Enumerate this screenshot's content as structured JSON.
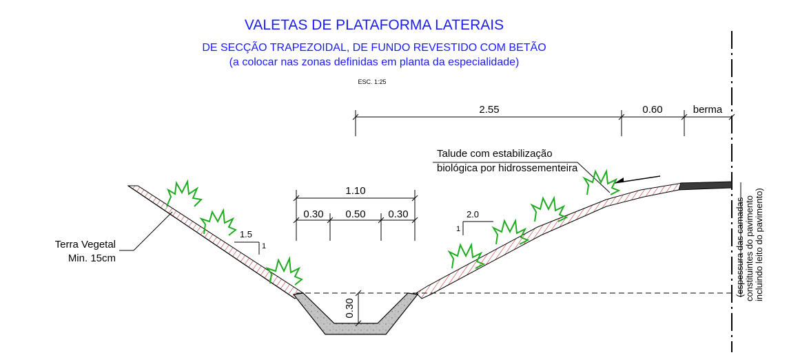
{
  "title": {
    "main": "VALETAS DE PLATAFORMA LATERAIS",
    "sub": "DE SECÇÃO TRAPEZOIDAL, DE FUNDO REVESTIDO COM BETÃO",
    "note": "(a colocar nas zonas definidas em planta da especialidade)",
    "scale": "ESC. 1:25"
  },
  "dimensions": {
    "top_2_55": "2.55",
    "top_0_60": "0.60",
    "berma": "berma",
    "width_1_10": "1.10",
    "width_0_30_left": "0.30",
    "width_0_50": "0.50",
    "width_0_30_right": "0.30",
    "depth_0_30": "0.30"
  },
  "slopes": {
    "left_h": "1.5",
    "left_v": "1",
    "right_h": "2.0",
    "right_v": "1"
  },
  "labels": {
    "terra_line1": "Terra Vegetal",
    "terra_line2": "Min. 15cm",
    "talude_line1": "Talude com estabilização",
    "talude_line2": "biológica por hidrossementeira",
    "pav_line1": "(espessura das camadas",
    "pav_line2": "constituintes do pavimento",
    "pav_line3": "incluindo leito do pavimento)"
  },
  "colors": {
    "title": "#1a1aff",
    "vegetation": "#1faa1f",
    "hatch": "#cc3333",
    "concrete": "#bfbfbf",
    "pavement": "#444444"
  }
}
